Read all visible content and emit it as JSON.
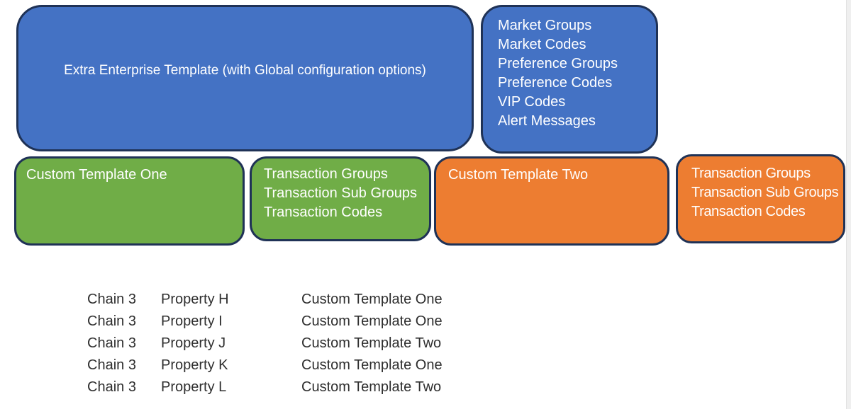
{
  "colors": {
    "box_blue": "#4472c4",
    "box_green": "#70ad47",
    "box_orange": "#ed7d31",
    "box_border": "#1f3256",
    "box_text": "#ffffff",
    "table_text": "#2e2e2e",
    "scrollbar_track": "#efefef"
  },
  "boxes": {
    "enterprise": {
      "label": "Extra Enterprise Template (with Global configuration options)"
    },
    "enterprise_config": {
      "items": [
        "Market Groups",
        "Market Codes",
        "Preference Groups",
        "Preference Codes",
        "VIP Codes",
        "Alert Messages"
      ]
    },
    "custom_one": {
      "label": "Custom Template One"
    },
    "custom_one_config": {
      "items": [
        "Transaction Groups",
        "Transaction Sub Groups",
        "Transaction Codes"
      ]
    },
    "custom_two": {
      "label": "Custom Template Two"
    },
    "custom_two_config": {
      "items": [
        "Transaction Groups",
        "Transaction Sub Groups",
        "Transaction Codes"
      ]
    }
  },
  "mapping_table": {
    "rows": [
      {
        "chain": "Chain 3",
        "property": "Property H",
        "template": "Custom Template One"
      },
      {
        "chain": "Chain 3",
        "property": "Property I",
        "template": "Custom Template One"
      },
      {
        "chain": "Chain 3",
        "property": "Property J",
        "template": "Custom Template Two"
      },
      {
        "chain": "Chain 3",
        "property": "Property K",
        "template": "Custom Template One"
      },
      {
        "chain": "Chain 3",
        "property": "Property L",
        "template": "Custom Template Two"
      }
    ]
  }
}
